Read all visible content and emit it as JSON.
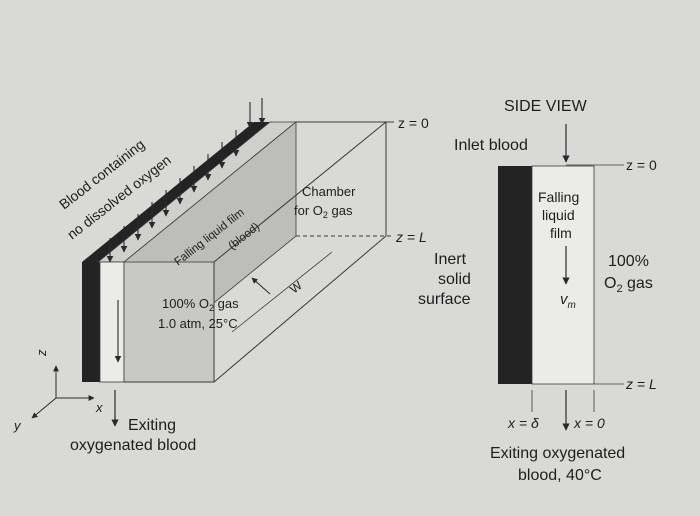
{
  "left_view": {
    "inflow_label_line1": "Blood containing",
    "inflow_label_line2": "no dissolved oxygen",
    "film_label_line1": "Falling liquid film",
    "film_label_line2": "(blood)",
    "chamber_label_line1": "Chamber",
    "chamber_label_prefix": "for O",
    "chamber_label_sub": "2",
    "chamber_label_suffix": " gas",
    "gas_label_prefix": "100% O",
    "gas_label_sub": "2",
    "gas_label_suffix": " gas",
    "gas_conditions": "1.0 atm, 25°C",
    "width_label": "W",
    "z0_label": "z = 0",
    "zL_label": "z = L",
    "axis_z": "z",
    "axis_x": "x",
    "axis_y": "y",
    "exit_label_line1": "Exiting",
    "exit_label_line2": "oxygenated blood"
  },
  "side_view": {
    "title": "SIDE VIEW",
    "inlet_label": "Inlet blood",
    "z0_label": "z = 0",
    "zL_label": "z = L",
    "film_line1": "Falling",
    "film_line2": "liquid",
    "film_line3": "film",
    "velocity_label": "v",
    "velocity_sub": "m",
    "surface_line1": "Inert",
    "surface_line2": "solid",
    "surface_line3": "surface",
    "gas_line1": "100%",
    "gas_line2_prefix": "O",
    "gas_line2_sub": "2",
    "gas_line2_suffix": " gas",
    "x_delta_label": "x = δ",
    "x_zero_label": "x = 0",
    "exit_line1": "Exiting oxygenated",
    "exit_line2": "blood, 40°C"
  },
  "colors": {
    "background": "#d9d9d7",
    "solid_surface": "#232323",
    "film_fill": "#c2c2c0",
    "film_front": "#b9b9b7",
    "film_front_light": "#ebebe9",
    "line": "#3a3a3a"
  }
}
